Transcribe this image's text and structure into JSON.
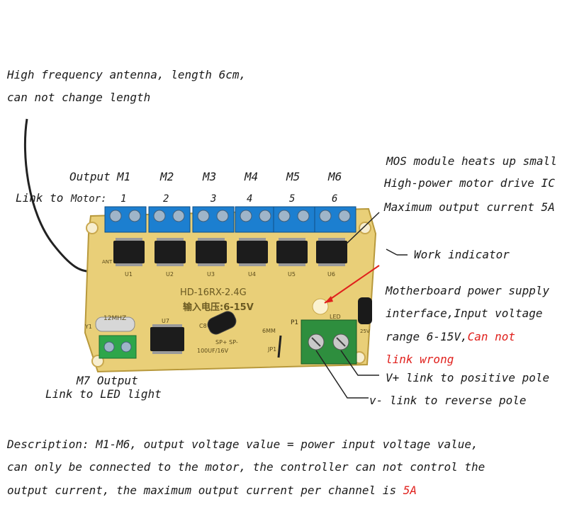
{
  "antenna_note": {
    "line1": "High frequency antenna, length 6cm,",
    "line2": "can not change length"
  },
  "outputs": {
    "output_prefix": "Output",
    "link_label": "Link to",
    "link_motor": "Motor:",
    "channels": [
      {
        "name": "M1",
        "number": "1"
      },
      {
        "name": "M2",
        "number": "2"
      },
      {
        "name": "M3",
        "number": "3"
      },
      {
        "name": "M4",
        "number": "4"
      },
      {
        "name": "M5",
        "number": "5"
      },
      {
        "name": "M6",
        "number": "6"
      }
    ]
  },
  "mos_note": {
    "line1": "MOS module heats up small",
    "line2": "High-power motor drive IC",
    "line3": "Maximum output current 5A"
  },
  "work_indicator": "Work indicator",
  "power_note": {
    "line1": "Motherboard power supply",
    "line2": "interface,Input voltage",
    "line3_normal": "range 6-15V,",
    "line3_red": "Can not",
    "line4_red": "link wrong"
  },
  "pole_labels": {
    "positive": "V+ link to positive pole",
    "negative": "v- link to reverse pole"
  },
  "m7_note": {
    "line1": "M7 Output",
    "line2": "Link to LED light"
  },
  "board": {
    "model": "HD-16RX-2.4G",
    "voltage": "输入电压:6-15V",
    "crystal": "12MHZ",
    "crystal_ref": "Y1",
    "ic_ref": "U7",
    "cap_ref": "C8",
    "cap_value": "100UF/16V",
    "cap_polarity": "SP+ SP-",
    "jumper_ref": "JP1",
    "jumper_size": "6MM",
    "power_ref": "P1",
    "led_ref": "LED",
    "ant_ref": "ANT",
    "cap2_value": "25V",
    "driver_refs": [
      "U1",
      "U2",
      "U3",
      "U4",
      "U5",
      "U6"
    ]
  },
  "description": {
    "line1": "Description: M1-M6, output voltage value = power input voltage value,",
    "line2": "can only be connected to the motor, the controller can not control the",
    "line3_normal": "output current, the maximum output current per channel is ",
    "line3_red": "5A"
  },
  "colors": {
    "pcb": "#e9cf78",
    "terminal_blue": "#1c7fd0",
    "terminal_green": "#2ea64a",
    "ic_black": "#1c1c1c",
    "accent_red": "#e0201c"
  }
}
